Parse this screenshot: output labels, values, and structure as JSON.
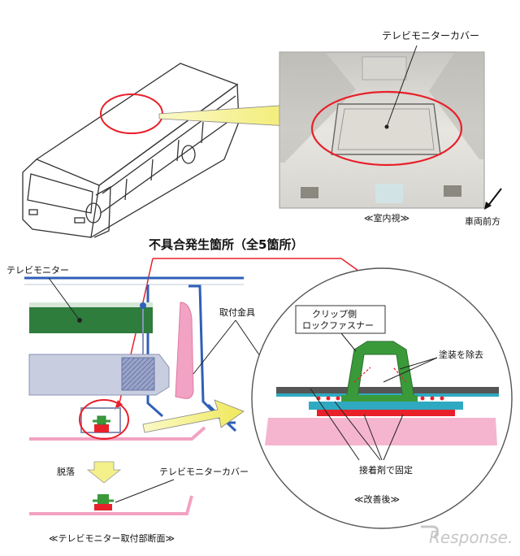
{
  "top": {
    "monitor_cover_label": "テレビモニターカバー",
    "interior_caption": "≪室内視≫",
    "front_direction": "車両前方"
  },
  "bottom": {
    "defect_title": "不具合発生箇所（全5箇所）",
    "tv_monitor_label": "テレビモニター",
    "bracket_label": "取付金具",
    "clip_label_line1": "クリップ側",
    "clip_label_line2": "ロックファスナー",
    "paint_removed_label": "塗装を除去",
    "adhesive_label": "接着剤で固定",
    "improved_caption": "≪改善後≫",
    "fall_label": "脱落",
    "cover_label": "テレビモニターカバー",
    "section_caption": "≪テレビモニター取付部断面≫"
  },
  "watermark": "Response.",
  "colors": {
    "highlight_red": "#e8202a",
    "arrow_yellow": "#f4f08a",
    "monitor_green": "#2e7d3c",
    "frame_blue": "#2f5fb8",
    "cover_pink": "#f2a2c2",
    "fastener_green": "#3a9a3a"
  }
}
